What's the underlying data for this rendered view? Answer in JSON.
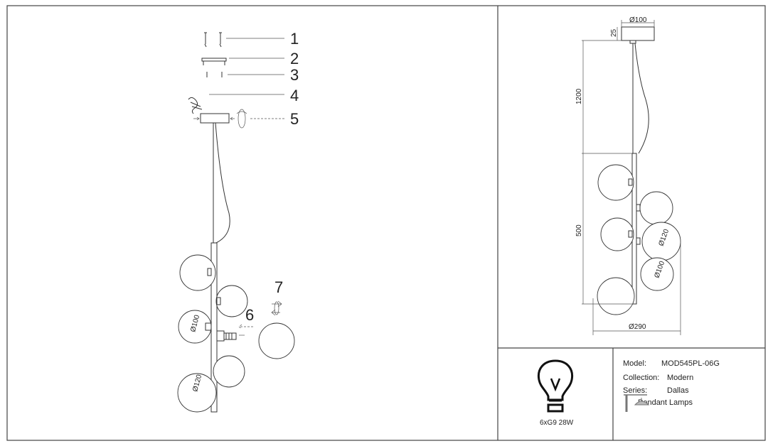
{
  "assembly": {
    "callouts": [
      "1",
      "2",
      "3",
      "4",
      "5",
      "6",
      "7"
    ],
    "globe_labels": [
      "Ø100",
      "Ø120"
    ]
  },
  "dimensions": {
    "canopy_diameter": "Ø100",
    "canopy_height": "25",
    "cable_length": "1200",
    "body_height": "500",
    "globe_large": "Ø120",
    "globe_small": "Ø100",
    "total_width": "Ø290"
  },
  "bulb": {
    "icon": "light-bulb-icon",
    "spec": "6xG9 28W"
  },
  "info": {
    "model_label": "Model:",
    "model_value": "MOD545PL-06G",
    "collection_label": "Collection:",
    "collection_value": "Modern",
    "series_label": "Series:",
    "series_value": "Dallas",
    "category_icon": "pendant-lamp-icon",
    "category_value": "Pendant Lamps"
  }
}
